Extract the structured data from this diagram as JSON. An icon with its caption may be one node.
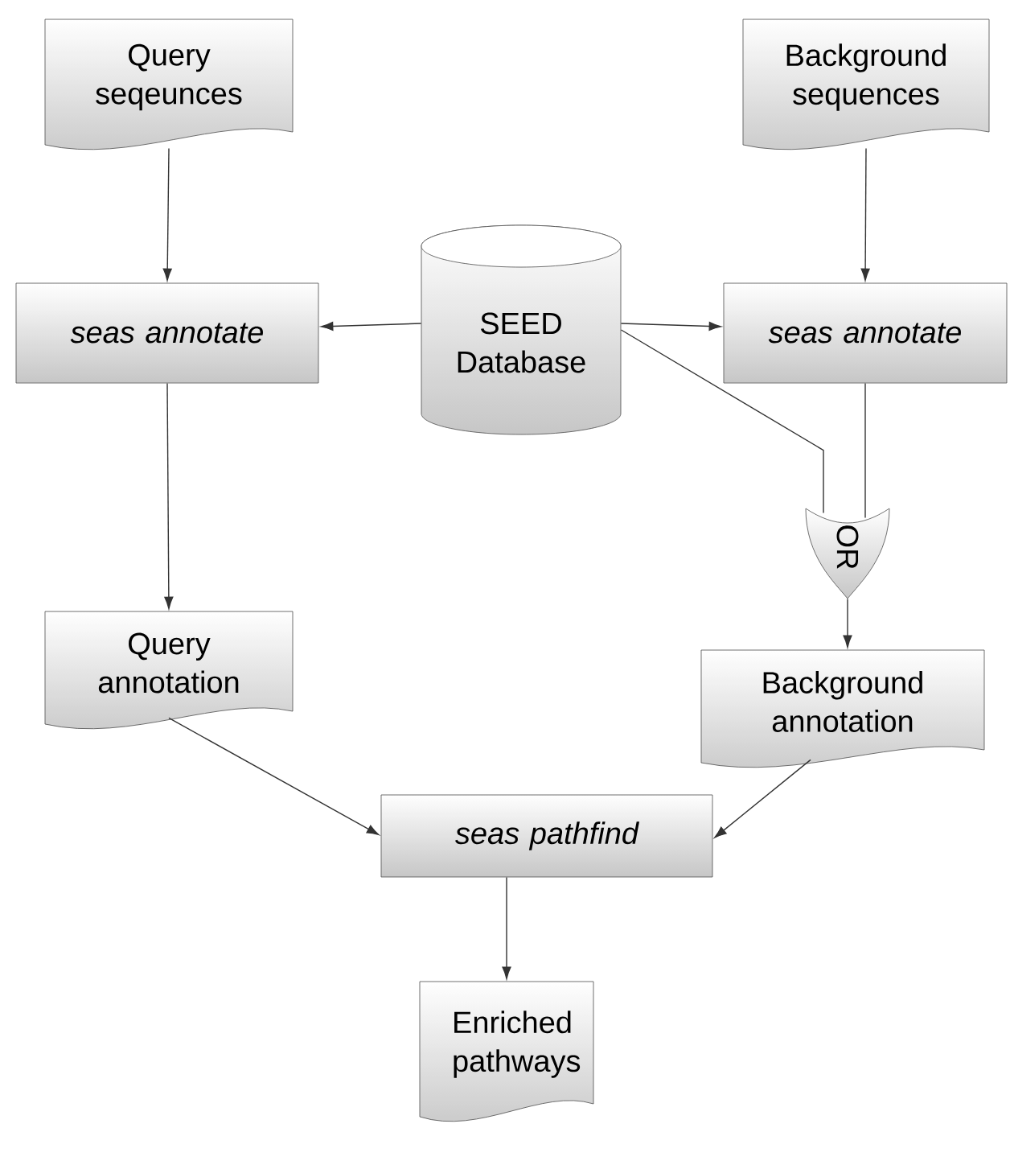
{
  "diagram": {
    "nodes": [
      {
        "text": [
          "Query seqeunces"
        ]
      },
      {
        "text": [
          "Background sequences"
        ]
      },
      {
        "text": [
          "seas annotate"
        ]
      },
      {
        "text": [
          "SEED Database"
        ]
      },
      {
        "text": [
          "seas annotate"
        ]
      },
      {
        "text": [
          "OR"
        ]
      },
      {
        "text": [
          "Query annotation"
        ]
      },
      {
        "text": [
          "Background annotation"
        ]
      },
      {
        "text": [
          "seas pathfind"
        ]
      },
      {
        "text": [
          "Enriched pathways"
        ]
      }
    ],
    "edges": [
      {
        "from": 0,
        "to": 2,
        "arrow": "to"
      },
      {
        "from": 1,
        "to": 4,
        "arrow": "to"
      },
      {
        "from": 3,
        "to": 2,
        "arrow": "to"
      },
      {
        "from": 3,
        "to": 4,
        "arrow": "to"
      },
      {
        "from": 3,
        "to": 5,
        "arrow": "none"
      },
      {
        "from": 4,
        "to": 5,
        "arrow": "none"
      },
      {
        "from": 2,
        "to": 6,
        "arrow": "to"
      },
      {
        "from": 5,
        "to": 7,
        "arrow": "to"
      },
      {
        "from": 6,
        "to": 8,
        "arrow": "to"
      },
      {
        "from": 7,
        "to": 8,
        "arrow": "to"
      },
      {
        "from": 8,
        "to": 9,
        "arrow": "to"
      }
    ]
  }
}
